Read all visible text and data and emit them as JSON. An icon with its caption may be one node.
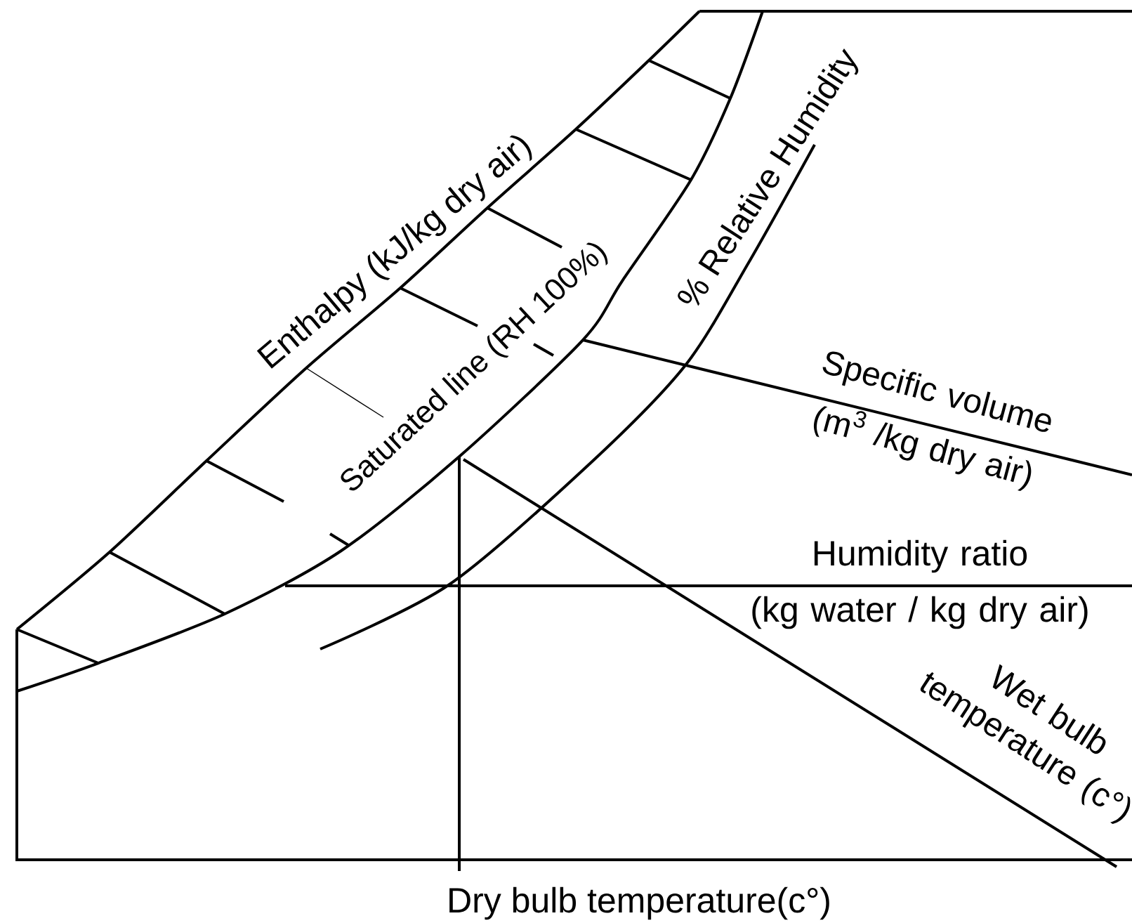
{
  "diagram": {
    "labels": [
      "Enthalpy (kJ/kg dry air)",
      "Saturated line (RH 100%)",
      "% Relative Humidity",
      "Specific volume (m$^{3}$ /kg dry air)",
      "Humidity ratio (kg water / kg dry air)",
      "Wet bulb temperature (c°)",
      "Dry bulb temperature(c°)"
    ]
  }
}
